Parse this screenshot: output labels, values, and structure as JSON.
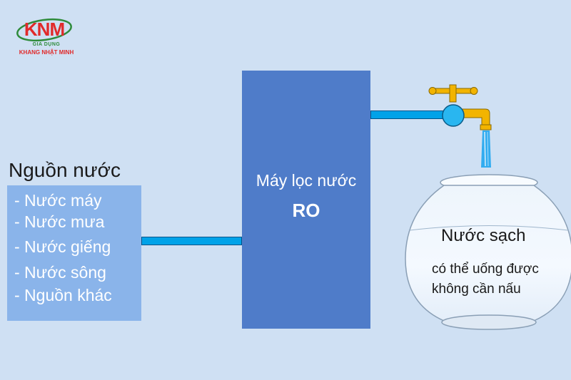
{
  "logo": {
    "mark": "KNM",
    "line1": "GIA DỤNG",
    "line2": "KHANG NHẬT MINH",
    "colors": {
      "red": "#e12a2a",
      "green": "#2e8b3a"
    }
  },
  "source": {
    "title": "Nguồn nước",
    "items": [
      "- Nước máy",
      "- Nước mưa",
      "- Nước giếng",
      "- Nước sông",
      "- Nguồn khác"
    ]
  },
  "filter": {
    "title": "Máy lọc nước",
    "subtitle": "RO"
  },
  "output": {
    "title": "Nước sạch",
    "line1": "có thể uống được",
    "line2": "không cần nấu"
  },
  "colors": {
    "background": "#cfe0f3",
    "source_box": "#8ab4ea",
    "filter_box": "#4f7cc9",
    "pipe": "#00a2e8",
    "faucet": "#f2b400"
  }
}
